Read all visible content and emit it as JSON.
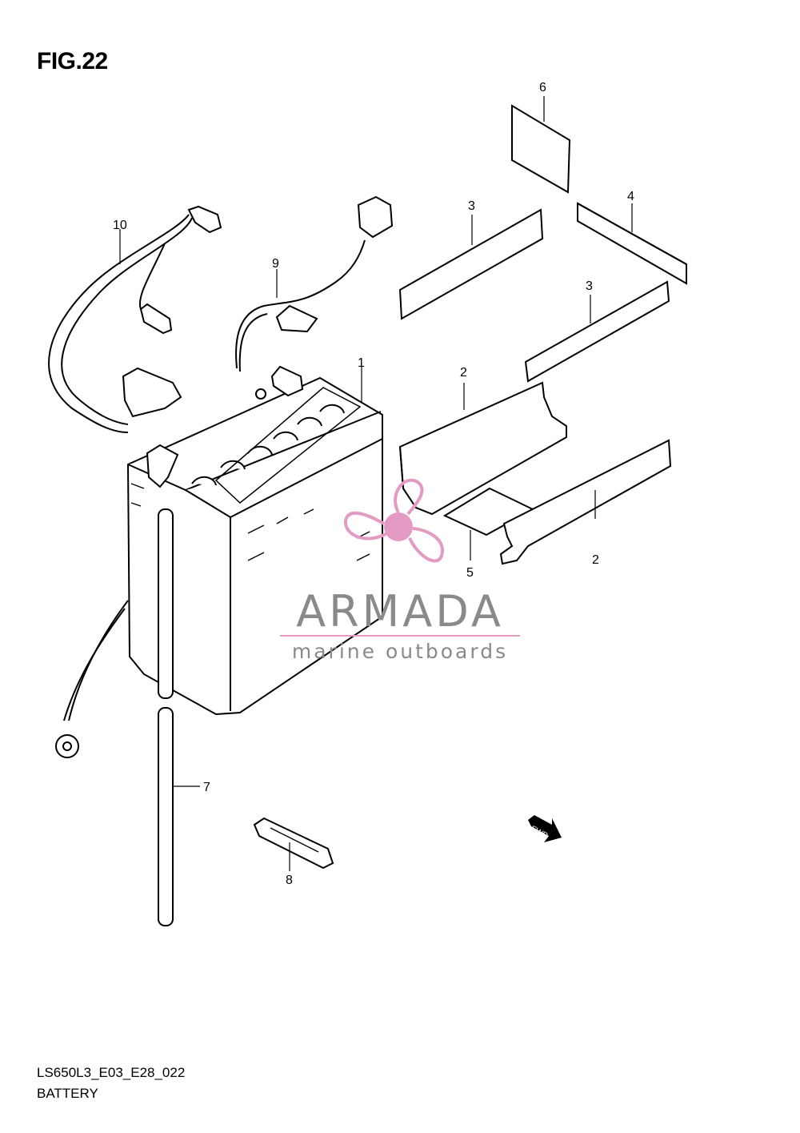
{
  "figure_title": "FIG.22",
  "drawing_code": "LS650L3_E03_E28_022",
  "assembly_name": "BATTERY",
  "callouts": {
    "c1": "1",
    "c2a": "2",
    "c2b": "2",
    "c3a": "3",
    "c3b": "3",
    "c4": "4",
    "c5": "5",
    "c6": "6",
    "c7": "7",
    "c8": "8",
    "c9": "9",
    "c10": "10"
  },
  "fwd_label": "FWD",
  "watermark": {
    "brand": "ARMADA",
    "tagline": "marine outboards",
    "brand_color": "#8a8a8a",
    "accent_color": "#e39bc4"
  },
  "line_color": "#000000"
}
